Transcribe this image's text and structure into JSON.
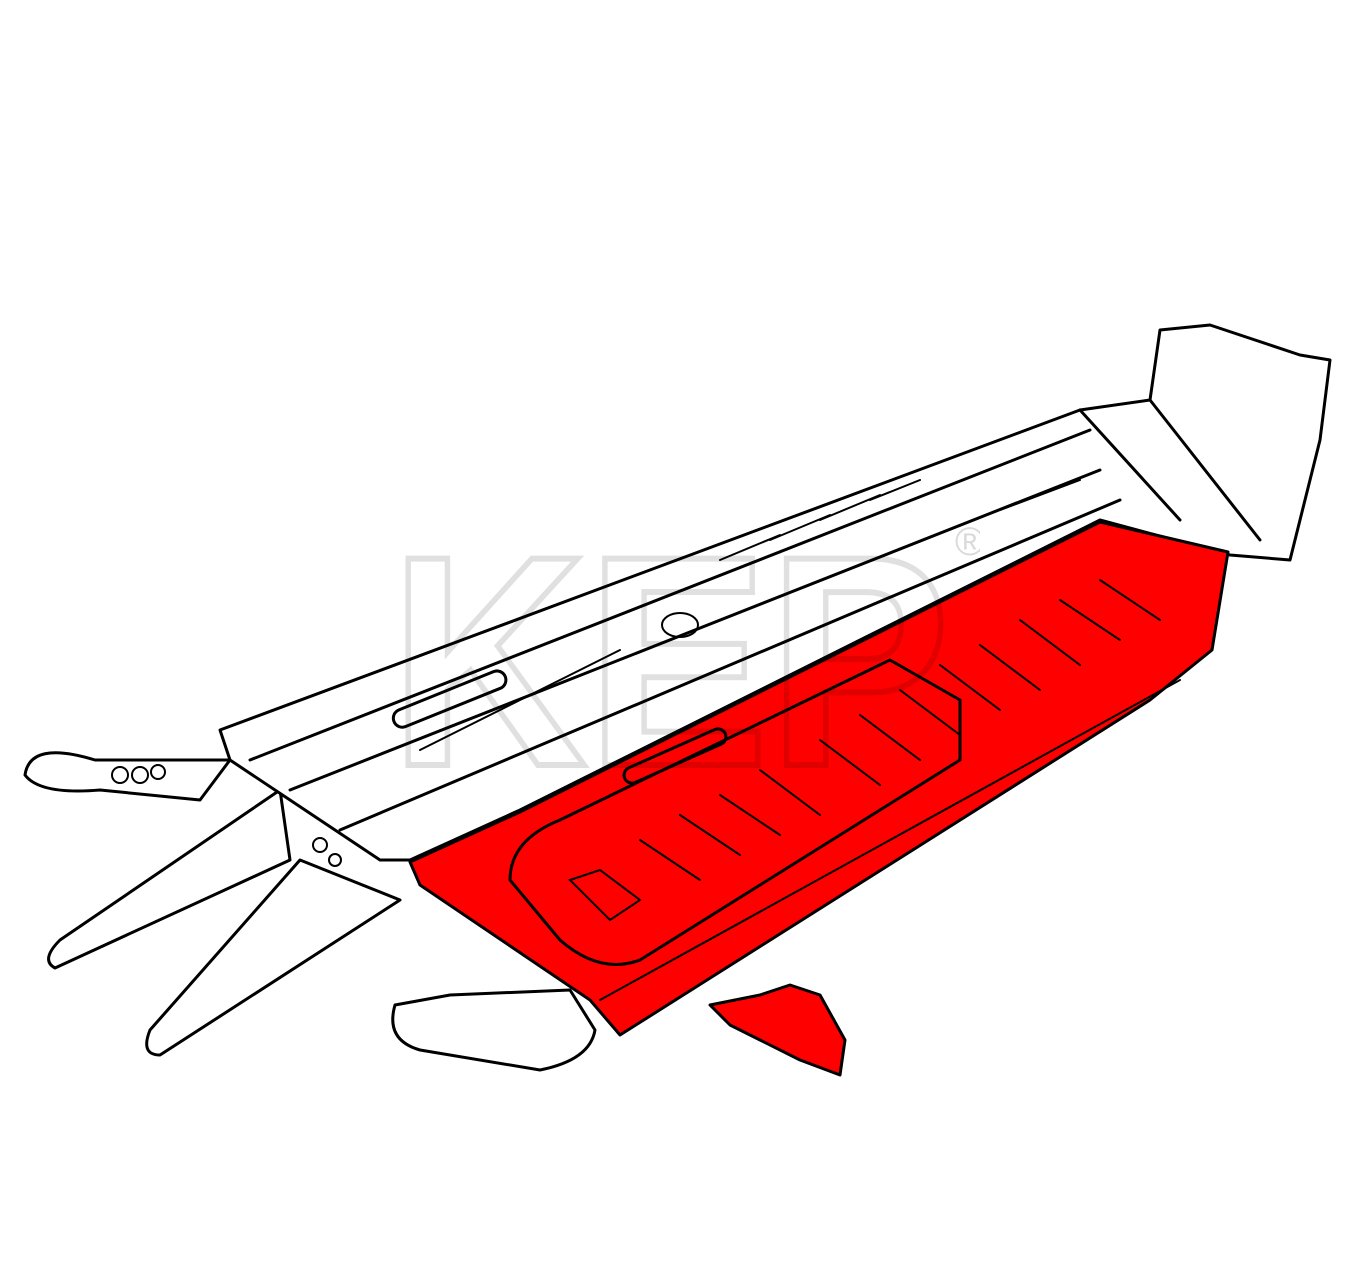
{
  "watermark": {
    "text": "KEP",
    "mark": "®"
  },
  "highlight_color": "#ff0000",
  "line_color": "#000000",
  "parts": {
    "highlighted": [
      "floor-pan-half",
      "bracket"
    ],
    "outline": [
      "chassis-frame",
      "central-tunnel",
      "frame-head",
      "rear-torsion-arms"
    ]
  }
}
